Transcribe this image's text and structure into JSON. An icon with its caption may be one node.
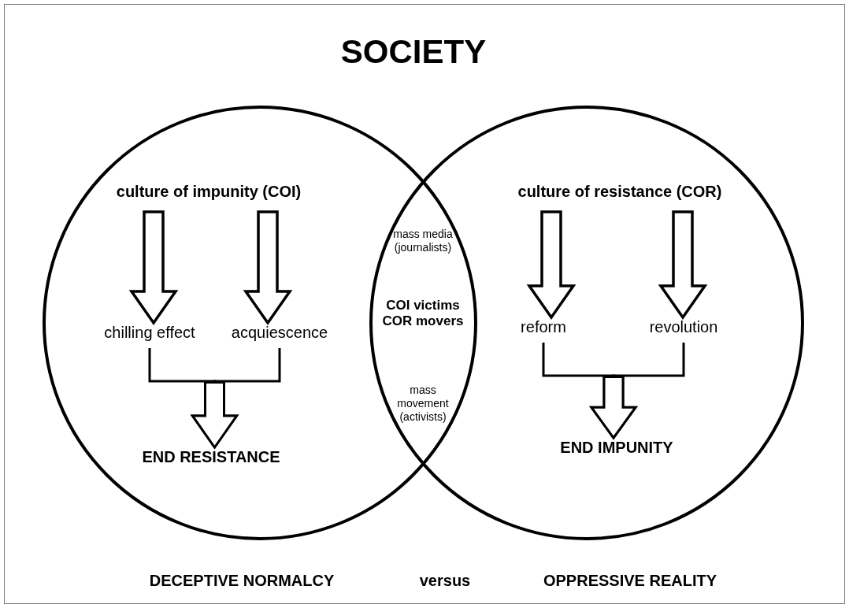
{
  "diagram": {
    "title": "SOCIETY",
    "nodes": [
      {
        "text": [],
        "shape": "circle"
      },
      {
        "text": [],
        "shape": "circle"
      },
      {
        "text": [
          "culture of impunity (COI)"
        ],
        "in": 0
      },
      {
        "text": [
          "chilling effect"
        ],
        "in": 0
      },
      {
        "text": [
          "acquiescence"
        ],
        "in": 0
      },
      {
        "text": [
          "END RESISTANCE"
        ],
        "in": 0
      },
      {
        "text": [
          "culture of resistance (COR)"
        ],
        "in": 1
      },
      {
        "text": [
          "reform"
        ],
        "in": 1
      },
      {
        "text": [
          "revolution"
        ],
        "in": 1
      },
      {
        "text": [
          "END IMPUNITY"
        ],
        "in": 1
      },
      {
        "text": [
          "mass media (journalists)"
        ]
      },
      {
        "text": [
          "COI victims COR movers"
        ]
      },
      {
        "text": [
          "mass movement (activists)"
        ]
      }
    ],
    "edges": [
      {
        "from": 2,
        "to": 3,
        "arrow": "to"
      },
      {
        "from": 2,
        "to": 4,
        "arrow": "to"
      },
      {
        "from": 3,
        "to": 5,
        "arrow": "to"
      },
      {
        "from": 4,
        "to": 5,
        "arrow": "to"
      },
      {
        "from": 6,
        "to": 7,
        "arrow": "to"
      },
      {
        "from": 6,
        "to": 8,
        "arrow": "to"
      },
      {
        "from": 7,
        "to": 9,
        "arrow": "to"
      },
      {
        "from": 8,
        "to": 9,
        "arrow": "to"
      }
    ],
    "labels": [
      "DECEPTIVE NORMALCY",
      "versus",
      "OPPRESSIVE REALITY"
    ]
  }
}
